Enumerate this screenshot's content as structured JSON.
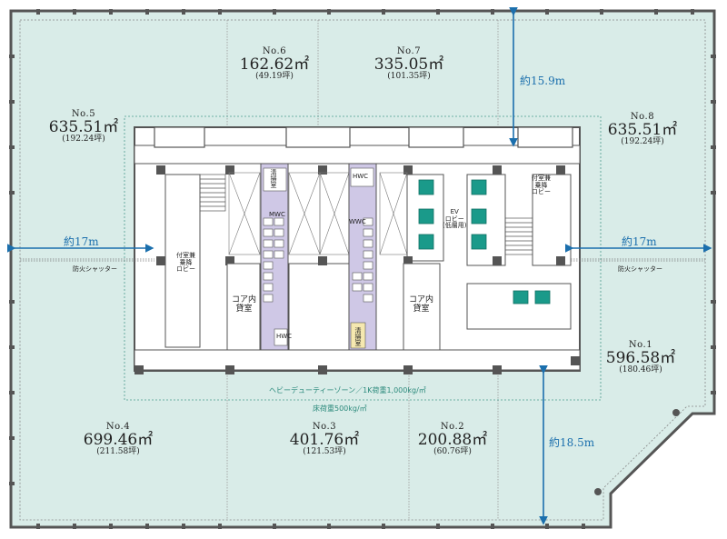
{
  "units": [
    {
      "id": "no6",
      "no": "No.6",
      "area": "162.62㎡",
      "tsubo": "(49.19坪)"
    },
    {
      "id": "no7",
      "no": "No.7",
      "area": "335.05㎡",
      "tsubo": "(101.35坪)"
    },
    {
      "id": "no5",
      "no": "No.5",
      "area": "635.51㎡",
      "tsubo": "(192.24坪)"
    },
    {
      "id": "no8",
      "no": "No.8",
      "area": "635.51㎡",
      "tsubo": "(192.24坪)"
    },
    {
      "id": "no1",
      "no": "No.1",
      "area": "596.58㎡",
      "tsubo": "(180.46坪)"
    },
    {
      "id": "no4",
      "no": "No.4",
      "area": "699.46㎡",
      "tsubo": "(211.58坪)"
    },
    {
      "id": "no3",
      "no": "No.3",
      "area": "401.76㎡",
      "tsubo": "(121.53坪)"
    },
    {
      "id": "no2",
      "no": "No.2",
      "area": "200.88㎡",
      "tsubo": "(60.76坪)"
    }
  ],
  "dimensions": {
    "left_depth": "約17m",
    "right_depth": "約17m",
    "top_depth": "約15.9m",
    "bottom_depth": "約18.5m"
  },
  "labels": {
    "fire_shutter_left": "防火シャッター",
    "fire_shutter_right": "防火シャッター",
    "heavy_duty_zone": "ヘビーデューティーゾーン／1K荷重1,000kg/㎡",
    "floor_load": "床荷重500kg/㎡",
    "core_rental_left": "コア内\n貸室",
    "core_rental_right": "コア内\n貸室",
    "ev_lobby": "EV\nロビー\n(低層用)",
    "emergency_lobby_left": "付室兼\n乗降\nロビー",
    "emergency_lobby_right": "付室兼\n乗降\nロビー",
    "cleaning_room_top": "清掃室",
    "cleaning_room_bottom": "清掃室",
    "mwc": "MWC",
    "wwc": "WWC",
    "hwc_top": "HWC",
    "hwc_bottom": "HWC"
  },
  "colors": {
    "floor": "#d9ece8",
    "wall": "#555555",
    "accent_blue": "#1b6fad",
    "toilet": "#cfc8e6",
    "elevator": "#1a9a8a"
  }
}
